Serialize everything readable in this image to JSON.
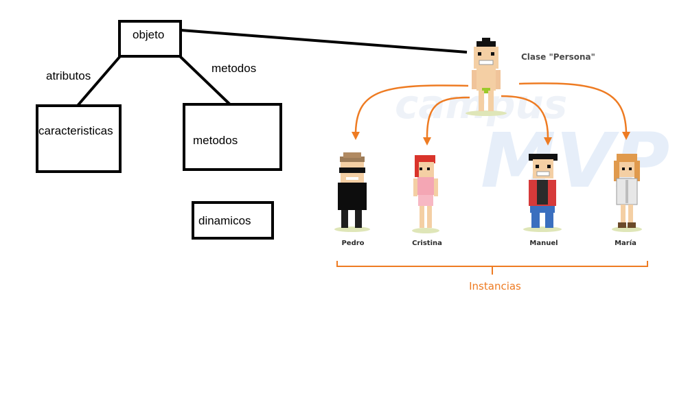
{
  "diagram": {
    "root": "objeto",
    "edge_left": "atributos",
    "edge_right": "metodos",
    "left_child": "caracteristicas",
    "right_child": "metodos",
    "extra": "dinamicos"
  },
  "illustration": {
    "class_label": "Clase \"Persona\"",
    "instances": [
      "Pedro",
      "Cristina",
      "Manuel",
      "María"
    ],
    "bracket_label": "Instancias",
    "accent_color": "#ee7b22",
    "watermark": "campus MVP"
  }
}
